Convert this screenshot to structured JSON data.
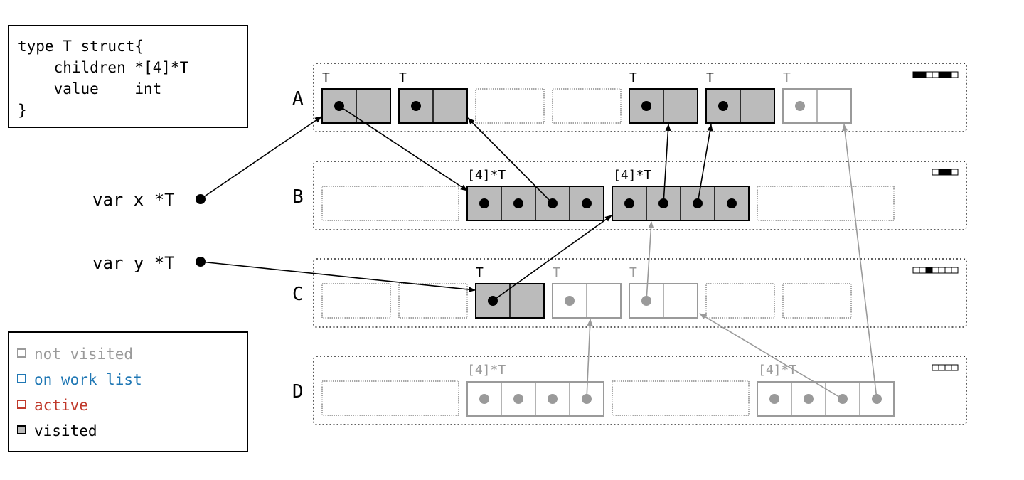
{
  "type_def": {
    "lines": [
      "type T struct{",
      "    children *[4]*T",
      "    value    int",
      "}"
    ]
  },
  "legend": {
    "items": [
      {
        "label": "not visited",
        "color": "#9a9a9a",
        "fill": "#ffffff"
      },
      {
        "label": "on work list",
        "color": "#1f77b4",
        "fill": "#ffffff"
      },
      {
        "label": "active",
        "color": "#c0392b",
        "fill": "#ffffff"
      },
      {
        "label": "visited",
        "color": "#000000",
        "fill": "#bbbbbb"
      }
    ]
  },
  "vars": {
    "x": "var x *T",
    "y": "var y *T"
  },
  "spans": {
    "A": {
      "label": "A",
      "bitmap": [
        1,
        1,
        0,
        0,
        1,
        1,
        0
      ]
    },
    "B": {
      "label": "B",
      "bitmap": [
        0,
        1,
        1,
        0
      ]
    },
    "C": {
      "label": "C",
      "bitmap": [
        0,
        0,
        1,
        0,
        0,
        0,
        0
      ]
    },
    "D": {
      "label": "D",
      "bitmap": [
        0,
        0,
        0,
        0
      ]
    }
  },
  "object_labels": {
    "t": "T",
    "arr": "[4]*T"
  },
  "colors": {
    "visited_fill": "#bbbbbb",
    "not_visited": "#9a9a9a",
    "black": "#000000"
  }
}
